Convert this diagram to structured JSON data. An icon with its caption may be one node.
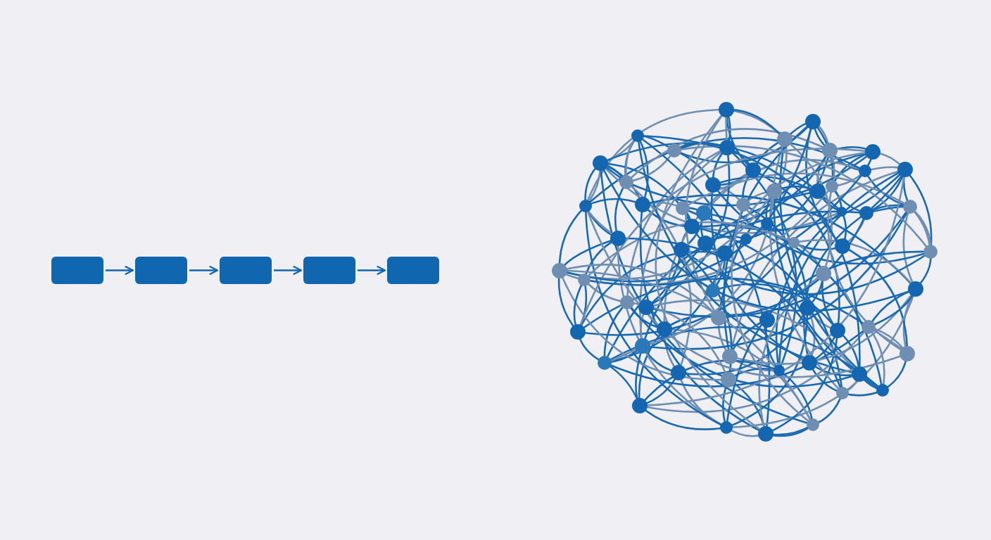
{
  "diagram": {
    "nodes": [
      {
        "text": [],
        "shape": "box"
      },
      {
        "text": [],
        "shape": "box"
      },
      {
        "text": [],
        "shape": "box"
      },
      {
        "text": [],
        "shape": "box"
      },
      {
        "text": [],
        "shape": "box"
      },
      {
        "text": [],
        "shape": "picture"
      }
    ],
    "edges": [
      {
        "from": 0,
        "to": 1,
        "arrow": "to"
      },
      {
        "from": 1,
        "to": 2,
        "arrow": "to"
      },
      {
        "from": 2,
        "to": 3,
        "arrow": "to"
      },
      {
        "from": 3,
        "to": 4,
        "arrow": "to"
      }
    ]
  }
}
